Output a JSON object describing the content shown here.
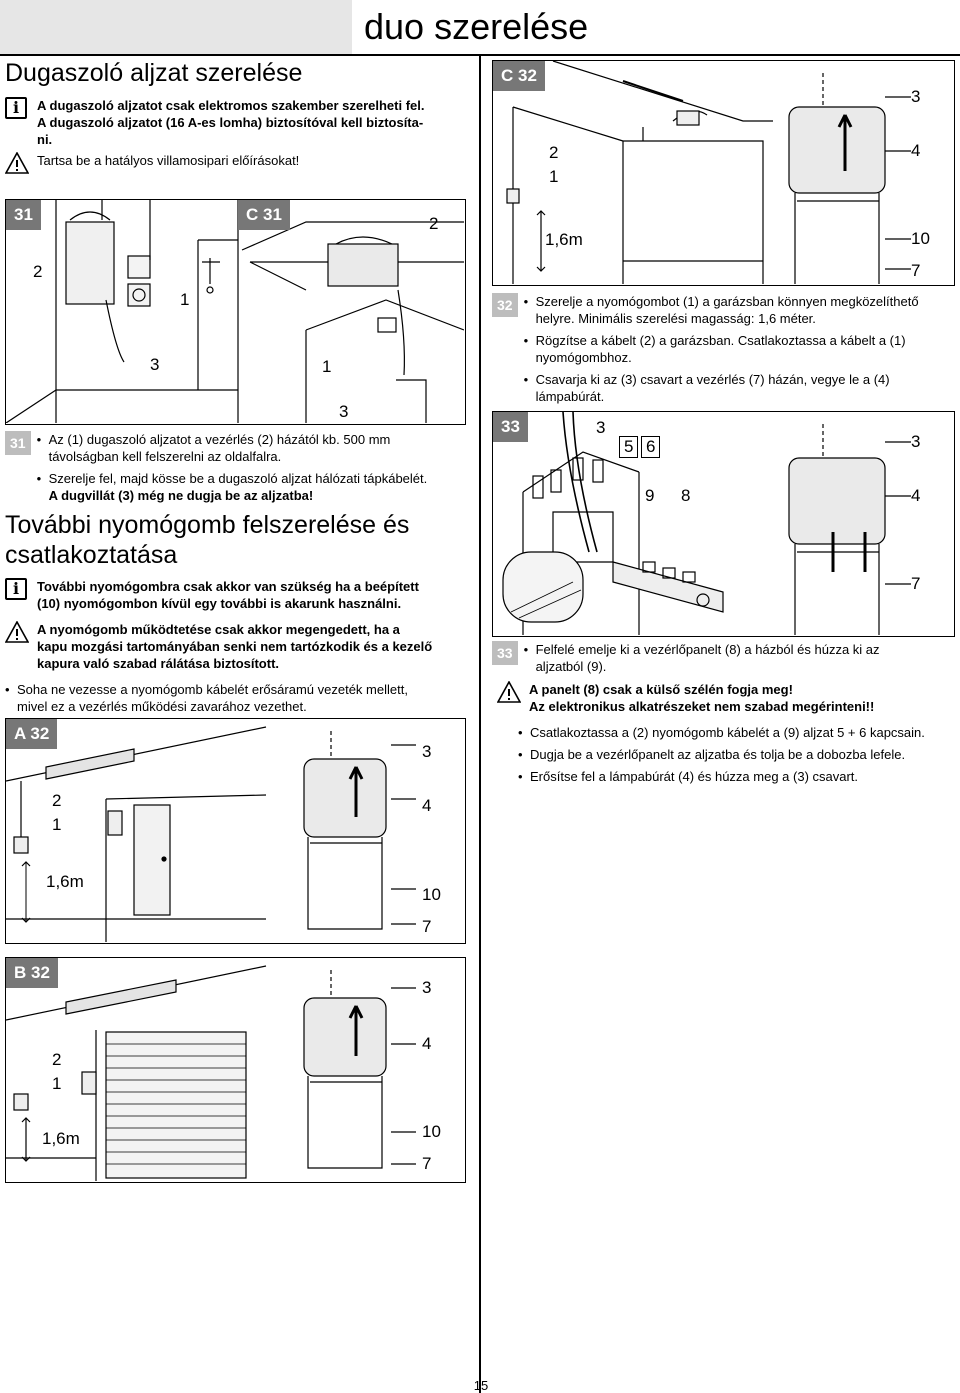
{
  "header": {
    "title": "duo szerelése"
  },
  "left": {
    "section1_title": "Dugaszoló aljzat szerelése",
    "info1_line1": "A dugaszoló aljzatot csak elektromos szakember szerelheti fel.",
    "info1_line2": "A dugaszoló aljzatot (16 A-es lomha) biztosítóval kell biztosíta-",
    "info1_line3": "ni.",
    "warn1": "Tartsa be a hatályos villamosipari előírásokat!",
    "fig31_label": "31",
    "fig31_nums": [
      "2",
      "1",
      "3"
    ],
    "figC31_label": "C 31",
    "figC31_nums": [
      "2",
      "1",
      "3"
    ],
    "step31_badge": "31",
    "step31_bullets": [
      {
        "l1": "Az (1) dugaszoló aljzatot a vezérlés (2) házától kb. 500 mm",
        "l2": "távolságban kell felszerelni az oldalfalra."
      },
      {
        "l1": "Szerelje fel, majd kösse be a dugaszoló aljzat hálózati tápkábelét.",
        "l2": "A dugvillát (3) még ne dugja be az aljzatba!"
      }
    ],
    "section2_title_l1": "További nyomógomb felszerelése és",
    "section2_title_l2": "csatlakoztatása",
    "info2_line1": "További nyomógombra csak akkor van szükség ha a beépített",
    "info2_line2": "(10) nyomógombon kívül egy további is akarunk használni.",
    "warn2_line1": "A nyomógomb működtetése csak akkor megengedett, ha a",
    "warn2_line2": "kapu mozgási tartományában senki nem tartózkodik és a kezelő",
    "warn2_line3": "kapura való szabad rálátása biztosított.",
    "bullet_cable_l1": "Soha ne vezesse a nyomógomb kábelét erősáramú vezeték mellett,",
    "bullet_cable_l2": "mivel ez a vezérlés működési zavarához vezethet.",
    "figA32_label": "A 32",
    "figA32_nums": {
      "n2": "2",
      "n1": "1",
      "h": "1,6m",
      "n3": "3",
      "n4": "4",
      "n10": "10",
      "n7": "7"
    },
    "figB32_label": "B 32",
    "figB32_nums": {
      "n2": "2",
      "n1": "1",
      "h": "1,6m",
      "n3": "3",
      "n4": "4",
      "n10": "10",
      "n7": "7"
    }
  },
  "right": {
    "figC32_label": "C 32",
    "figC32_nums": {
      "n2": "2",
      "n1": "1",
      "h": "1,6m",
      "n3": "3",
      "n4": "4",
      "n10": "10",
      "n7": "7"
    },
    "step32_badge": "32",
    "step32_bullets": [
      {
        "l1": "Szerelje a nyomógombot (1) a garázsban könnyen megközelíthető",
        "l2": "helyre. Minimális szerelési magasság: 1,6 méter."
      },
      {
        "l1": "Rögzítse a kábelt (2) a garázsban. Csatlakoztassa a kábelt a (1)",
        "l2": "nyomógombhoz."
      },
      {
        "l1": "Csavarja ki az (3) csavart a vezérlés (7) házán, vegye le a (4)",
        "l2": "lámpabúrát."
      }
    ],
    "fig33_label": "33",
    "fig33_nums": {
      "n3a": "3",
      "n5": "5",
      "n6": "6",
      "n9": "9",
      "n8": "8",
      "n3b": "3",
      "n4": "4",
      "n7": "7"
    },
    "step33_badge": "33",
    "step33_bullet": {
      "l1": "Felfelé emelje ki a vezérlőpanelt (8) a házból és húzza ki az",
      "l2": "aljzatból (9)."
    },
    "warn3_line1": "A panelt (8) csak a külső szélén fogja meg!",
    "warn3_line2": "Az elektronikus alkatrészeket nem szabad megérinteni!!",
    "step33_more": [
      "Csatlakoztassa a (2) nyomógomb kábelét a (9) aljzat 5 + 6 kapcsain.",
      "Dugja be a vezérlőpanelt az aljzatba és tolja be a dobozba lefele.",
      "Erősítse fel a lámpabúrát (4) és húzza meg a (3) csavart."
    ]
  },
  "page_number": "15"
}
